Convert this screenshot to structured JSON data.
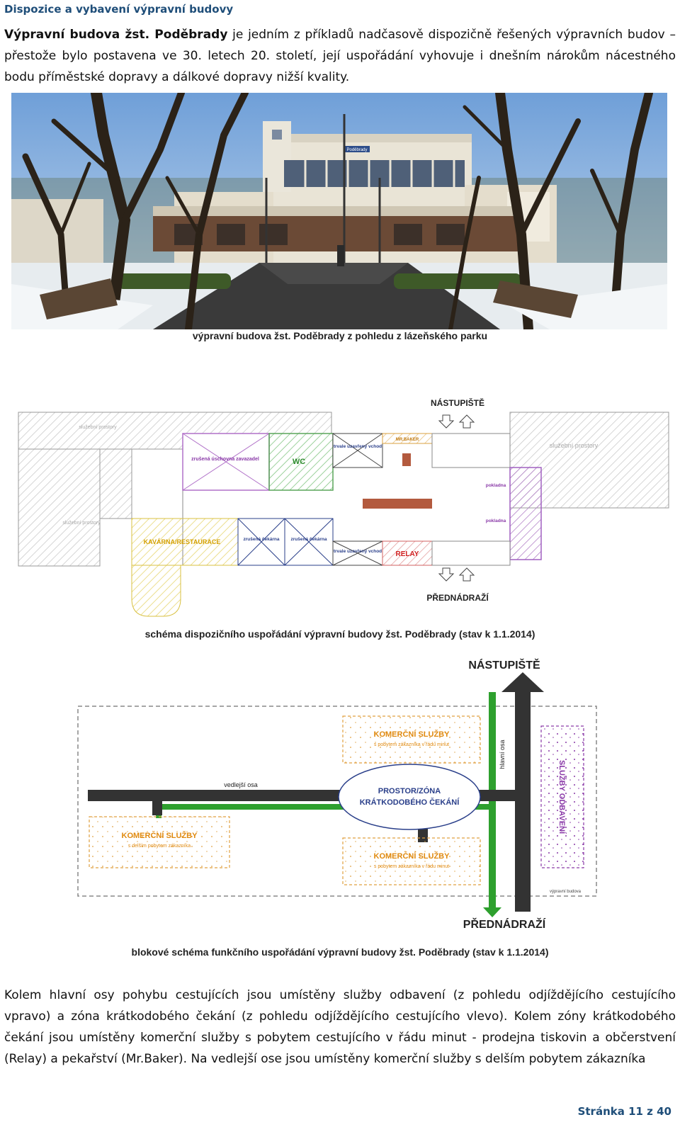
{
  "section_title": "Dispozice a vybavení výpravní budovy",
  "intro": {
    "bold1": "Výpravní budova žst. Poděbrady",
    "rest": " je jedním z příkladů nadčasově dispozičně řešených výpravních budov – přestože bylo postavena ve 30. letech 20. století, její uspořádání vyhovuje i dnešním nárokům nácestného bodu příměstské dopravy a dálkové dopravy nižší kvality."
  },
  "photo": {
    "sign": "Poděbrady",
    "caption": "výpravní budova žst. Poděbrady z pohledu z lázeňského parku"
  },
  "plan": {
    "top_label": "NÁSTUPIŠTĚ",
    "bottom_label": "PŘEDNÁDRAŽÍ",
    "labels": {
      "sluzebni_left_top": "služební prostory",
      "sluzebni_left_bottom": "služební prostory",
      "sluzebni_right": "služební prostory",
      "zrusena_uschovna": "zrušená úschovna zavazadel",
      "wc": "WC",
      "trvale_top": "trvale uzavřený vchod",
      "mr_baker": "MR.BAKER",
      "pokladna1": "pokladna",
      "pokladna2": "pokladna",
      "kavarna": "KAVÁRNA/RESTAURACE",
      "zrusena_cekarna1": "zrušená čekárna",
      "zrusena_cekarna2": "zrušená čekárna",
      "trvale_bottom": "trvale uzavřený vchod",
      "relay": "RELAY"
    },
    "caption": "schéma dispozičního uspořádání výpravní budovy žst. Poděbrady (stav k 1.1.2014)"
  },
  "block": {
    "top_label": "NÁSTUPIŠTĚ",
    "bottom_label": "PŘEDNÁDRAŽÍ",
    "vedlejsi_osa": "vedlejší osa",
    "hlavni_osa": "hlavní osa",
    "komercni_top": "KOMERČNÍ SLUŽBY",
    "komercni_top_sub": "s pobytem zákazníka v řádu minut",
    "komercni_left": "KOMERČNÍ SLUŽBY",
    "komercni_left_sub": "s delším pobytem zákazníka",
    "komercni_bottom": "KOMERČNÍ SLUŽBY",
    "komercni_bottom_sub": "s pobytem zákazníka v řádu minut",
    "prostor_line1": "PROSTOR/ZÓNA",
    "prostor_line2": "KRÁTKODOBÉHO ČEKÁNÍ",
    "sluzby_odbaveni": "SLUŽBY ODBAVENÍ",
    "vypravni_budova": "výpravní budova",
    "caption": "blokové schéma funkčního uspořádání výpravní budovy žst. Poděbrady (stav k 1.1.2014)"
  },
  "body_text": "Kolem hlavní osy pohybu cestujících jsou umístěny služby odbavení (z pohledu odjíždějícího cestujícího vpravo) a zóna krátkodobého čekání (z pohledu odjíždějícího cestujícího vlevo). Kolem zóny krátkodobého čekání jsou umístěny komerční služby s pobytem cestujícího v řádu minut - prodejna tiskovin a občerstvení (Relay) a pekařství (Mr.Baker). Na vedlejší ose jsou umístěny komerční služby s delším pobytem zákazníka",
  "footer": "Stránka 11 z 40"
}
